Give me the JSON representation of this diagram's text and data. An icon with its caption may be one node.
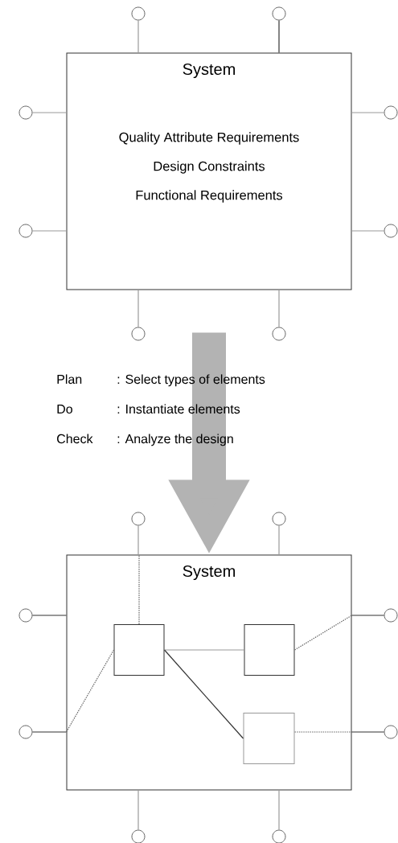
{
  "diagram": {
    "nodes": [
      {
        "text": [],
        "shape": "circle"
      },
      {
        "text": [],
        "shape": "circle"
      },
      {
        "text": [
          "System",
          "Quality Attribute Requirements",
          "Design Constraints",
          "Functional Requirements"
        ]
      },
      {
        "text": [],
        "shape": "circle"
      },
      {
        "text": [],
        "shape": "circle"
      },
      {
        "text": [],
        "shape": "circle"
      },
      {
        "text": [],
        "shape": "circle"
      },
      {
        "text": [],
        "shape": "circle"
      },
      {
        "text": [],
        "shape": "circle"
      },
      {
        "text": [],
        "shape": "circle"
      },
      {
        "text": [],
        "shape": "circle"
      },
      {
        "text": [
          "System"
        ]
      },
      {
        "text": [],
        "shape": "circle"
      },
      {
        "text": [],
        "shape": "circle"
      },
      {
        "text": [],
        "shape": "box",
        "in": 11
      },
      {
        "text": [],
        "shape": "box",
        "in": 11
      },
      {
        "text": [],
        "shape": "box",
        "in": 11
      },
      {
        "text": [],
        "shape": "circle"
      },
      {
        "text": [],
        "shape": "circle"
      },
      {
        "text": [],
        "shape": "circle"
      },
      {
        "text": [],
        "shape": "circle"
      }
    ],
    "edges": [
      {
        "from": 2,
        "to": 0,
        "arrow": "none"
      },
      {
        "from": 2,
        "to": 1,
        "arrow": "none",
        "color": "#333333"
      },
      {
        "from": 2,
        "to": 3,
        "arrow": "none"
      },
      {
        "from": 2,
        "to": 4,
        "arrow": "none"
      },
      {
        "from": 2,
        "to": 5,
        "arrow": "none"
      },
      {
        "from": 2,
        "to": 6,
        "arrow": "none"
      },
      {
        "from": 2,
        "to": 7,
        "arrow": "none"
      },
      {
        "from": 2,
        "to": 8,
        "arrow": "none"
      },
      {
        "from": 2,
        "to": 11,
        "arrow": "to",
        "style": "thick",
        "color": "#b3b3b3"
      },
      {
        "from": 11,
        "to": 9,
        "arrow": "none"
      },
      {
        "from": 11,
        "to": 10,
        "arrow": "none"
      },
      {
        "from": 11,
        "to": 12,
        "arrow": "none",
        "color": "#333333"
      },
      {
        "from": 11,
        "to": 13,
        "arrow": "none",
        "color": "#333333"
      },
      {
        "from": 11,
        "to": 17,
        "arrow": "none",
        "color": "#333333"
      },
      {
        "from": 11,
        "to": 18,
        "arrow": "none",
        "color": "#333333"
      },
      {
        "from": 11,
        "to": 19,
        "arrow": "none"
      },
      {
        "from": 11,
        "to": 20,
        "arrow": "none"
      },
      {
        "from": 14,
        "to": 11,
        "arrow": "none",
        "style": "dashed"
      },
      {
        "from": 14,
        "to": 11,
        "arrow": "none",
        "style": "dashed"
      },
      {
        "from": 15,
        "to": 11,
        "arrow": "none",
        "style": "dashed"
      },
      {
        "from": 16,
        "to": 11,
        "arrow": "none",
        "style": "dashed"
      },
      {
        "from": 14,
        "to": 15,
        "arrow": "none"
      },
      {
        "from": 14,
        "to": 16,
        "arrow": "none",
        "color": "#333333"
      }
    ],
    "labels": [
      "Plan",
      ": Select types of elements",
      "Do",
      ": Instantiate elements",
      "Check",
      ": Analyze the design"
    ]
  }
}
